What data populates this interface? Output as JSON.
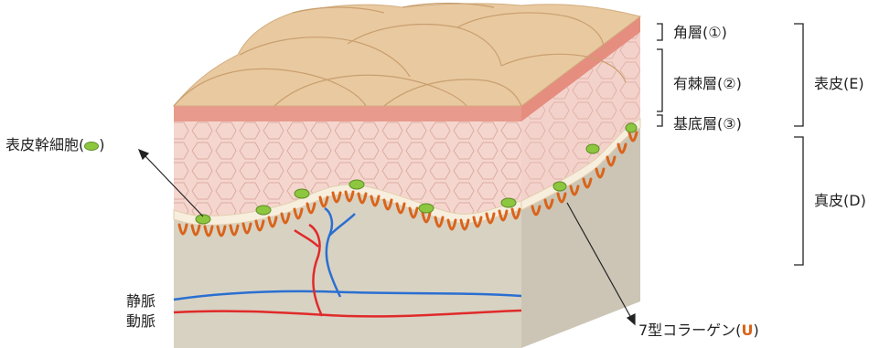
{
  "labels": {
    "stratum_corneum": "角層(①)",
    "stratum_spinosum": "有棘層(②)",
    "stratum_basale": "基底層(③)",
    "epidermis": "表皮(E)",
    "dermis": "真皮(D)",
    "stem_cell_prefix": "表皮幹細胞(",
    "stem_cell_suffix": ")",
    "vein": "静脈",
    "artery": "動脈",
    "collagen_prefix": "7型コラーゲン(",
    "collagen_symbol": "U",
    "collagen_suffix": ")"
  },
  "colors": {
    "surface": "#e9c9a0",
    "stratum_corneum": "#e89a8c",
    "epidermis": "#f5d6cf",
    "basement": "#f7eede",
    "dermis": "#d8d2c3",
    "dermis_side": "#ccc5b5",
    "stem_cell": "#8dc63f",
    "collagen": "#d9641b",
    "vein": "#2a6fd1",
    "artery": "#e02a2a"
  }
}
